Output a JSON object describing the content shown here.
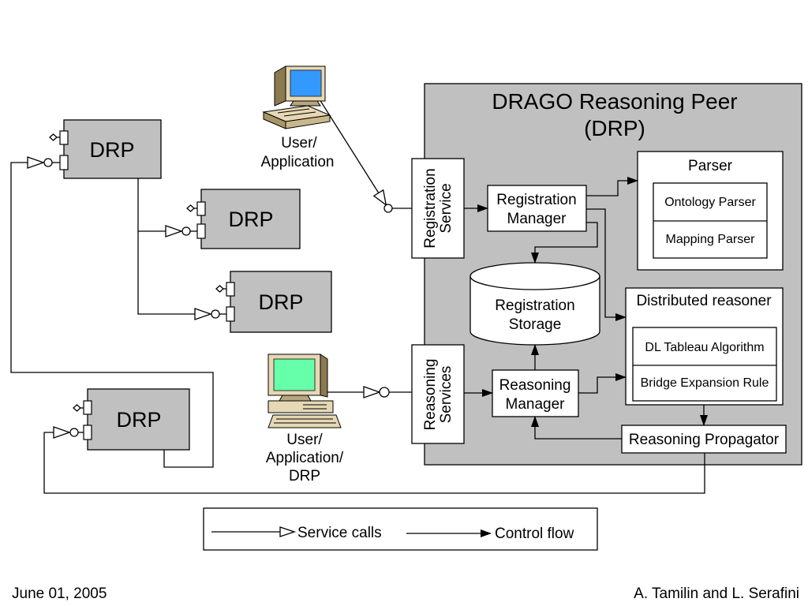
{
  "peer": {
    "title": "DRAGO Reasoning Peer",
    "subtitle": "(DRP)",
    "registration_service": [
      "Registration",
      "Service"
    ],
    "reasoning_services": [
      "Reasoning",
      "Services"
    ],
    "registration_manager": [
      "Registration",
      "Manager"
    ],
    "registration_storage": [
      "Registration",
      "Storage"
    ],
    "reasoning_manager": [
      "Reasoning",
      "Manager"
    ],
    "parser": {
      "title": "Parser",
      "components": [
        "Ontology Parser",
        "Mapping Parser"
      ]
    },
    "distributed_reasoner": {
      "title": "Distributed reasoner",
      "components": [
        "DL Tableau Algorithm",
        "Bridge Expansion Rule"
      ]
    },
    "reasoning_propagator": "Reasoning Propagator"
  },
  "remote_peers": [
    "DRP",
    "DRP",
    "DRP",
    "DRP"
  ],
  "clients": {
    "top": {
      "icon": "computer-icon",
      "label": [
        "User/",
        "Application"
      ]
    },
    "bottom": {
      "icon": "computer-icon",
      "label": [
        "User/",
        "Application/",
        "DRP"
      ]
    }
  },
  "legend": {
    "service_calls": "Service calls",
    "control_flow": "Control flow"
  },
  "footer": {
    "date": "June 01, 2005",
    "authors": "A. Tamilin and L. Serafini"
  },
  "colors": {
    "peer_fill": "#c0c0c0",
    "drp_fill": "#c0c0c0",
    "top_screen": "#3399ff",
    "bottom_screen": "#66ffaa",
    "computer_body": "#e6d8b4"
  }
}
